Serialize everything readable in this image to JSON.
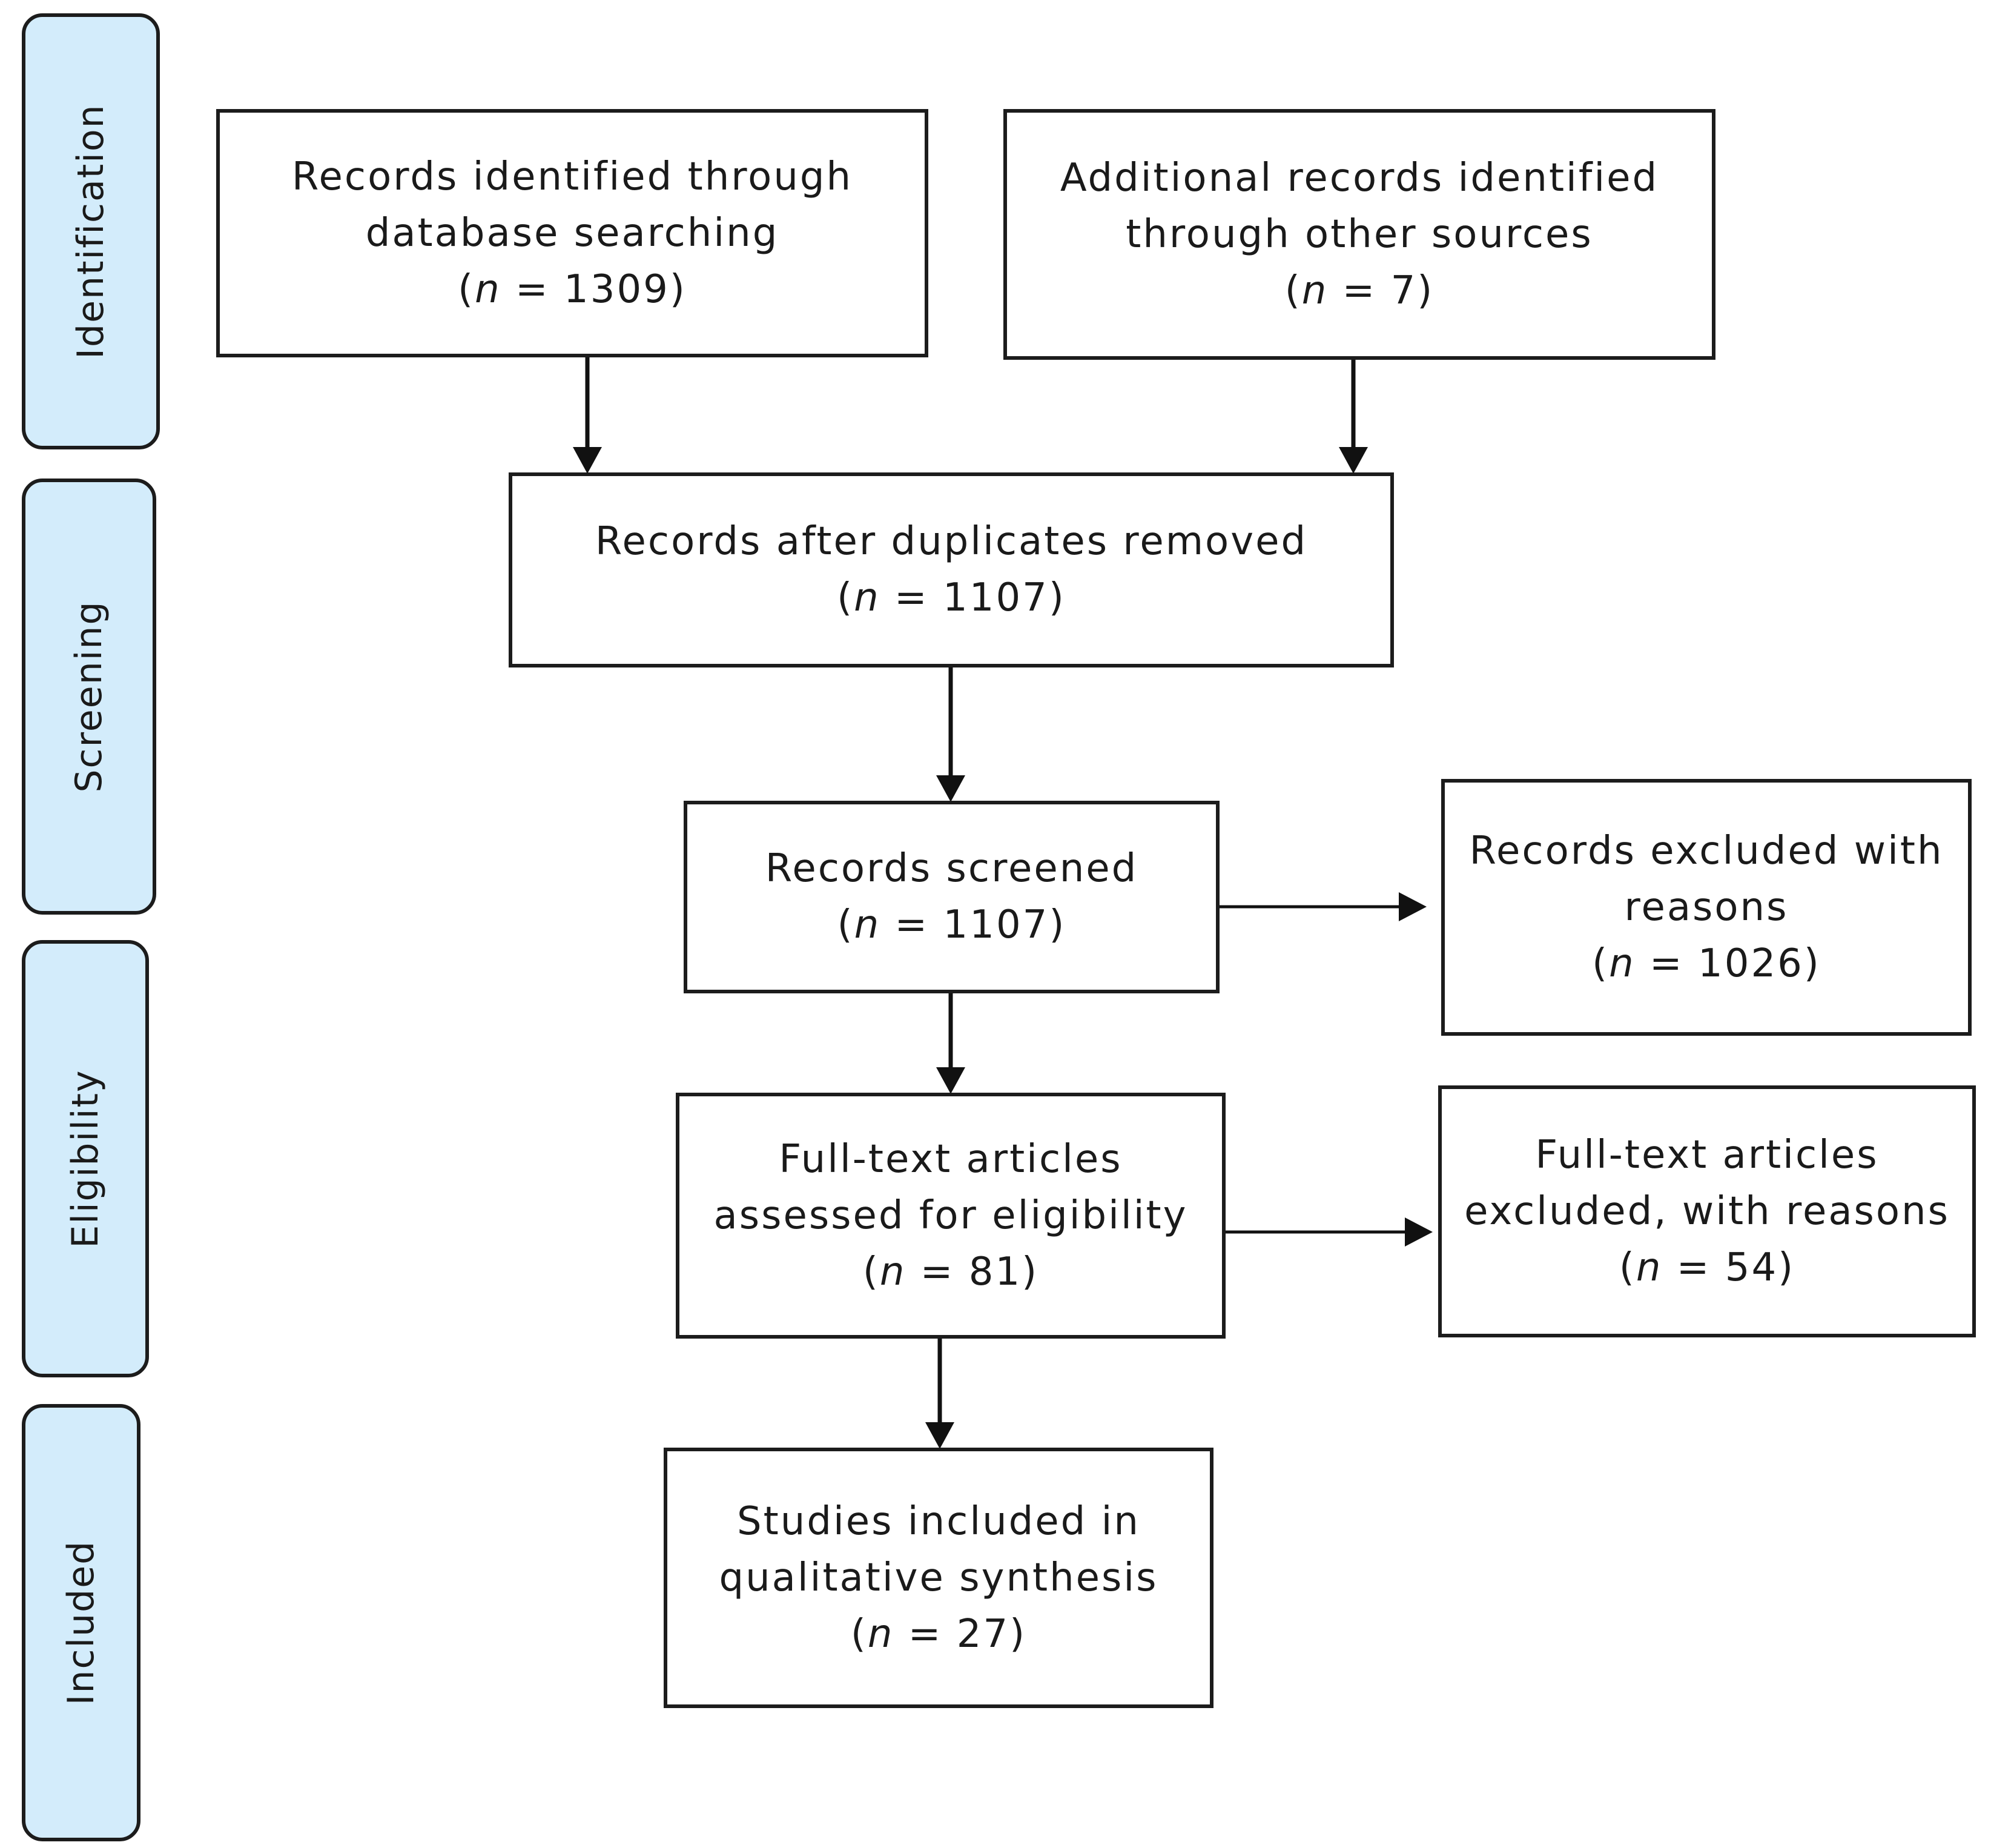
{
  "phases": {
    "identification": "Identification",
    "screening": "Screening",
    "eligibility": "Eligibility",
    "included": "Included"
  },
  "n_variable": "n",
  "boxes": {
    "database": {
      "line1": "Records identified through",
      "line2": "database searching",
      "n_prefix": "(",
      "n_suffix": " = 1309)"
    },
    "other_sources": {
      "line1": "Additional records identified",
      "line2": "through other sources",
      "n_prefix": "(",
      "n_suffix": " = 7)"
    },
    "duplicates_removed": {
      "line1": "Records after duplicates removed",
      "n_prefix": "(",
      "n_suffix": " = 1107)"
    },
    "screened": {
      "line1": "Records screened",
      "n_prefix": "(",
      "n_suffix": " = 1107)"
    },
    "excluded_screening": {
      "line1": "Records excluded with",
      "line2": "reasons",
      "n_prefix": "(",
      "n_suffix": " = 1026)"
    },
    "full_text_assessed": {
      "line1": "Full-text articles",
      "line2": "assessed for eligibility",
      "n_prefix": "(",
      "n_suffix": " = 81)"
    },
    "full_text_excluded": {
      "line1": "Full-text articles",
      "line2": "excluded, with reasons",
      "n_prefix": "(",
      "n_suffix": " = 54)"
    },
    "included": {
      "line1": "Studies included in",
      "line2": "qualitative synthesis",
      "n_prefix": "(",
      "n_suffix": " = 27)"
    }
  }
}
